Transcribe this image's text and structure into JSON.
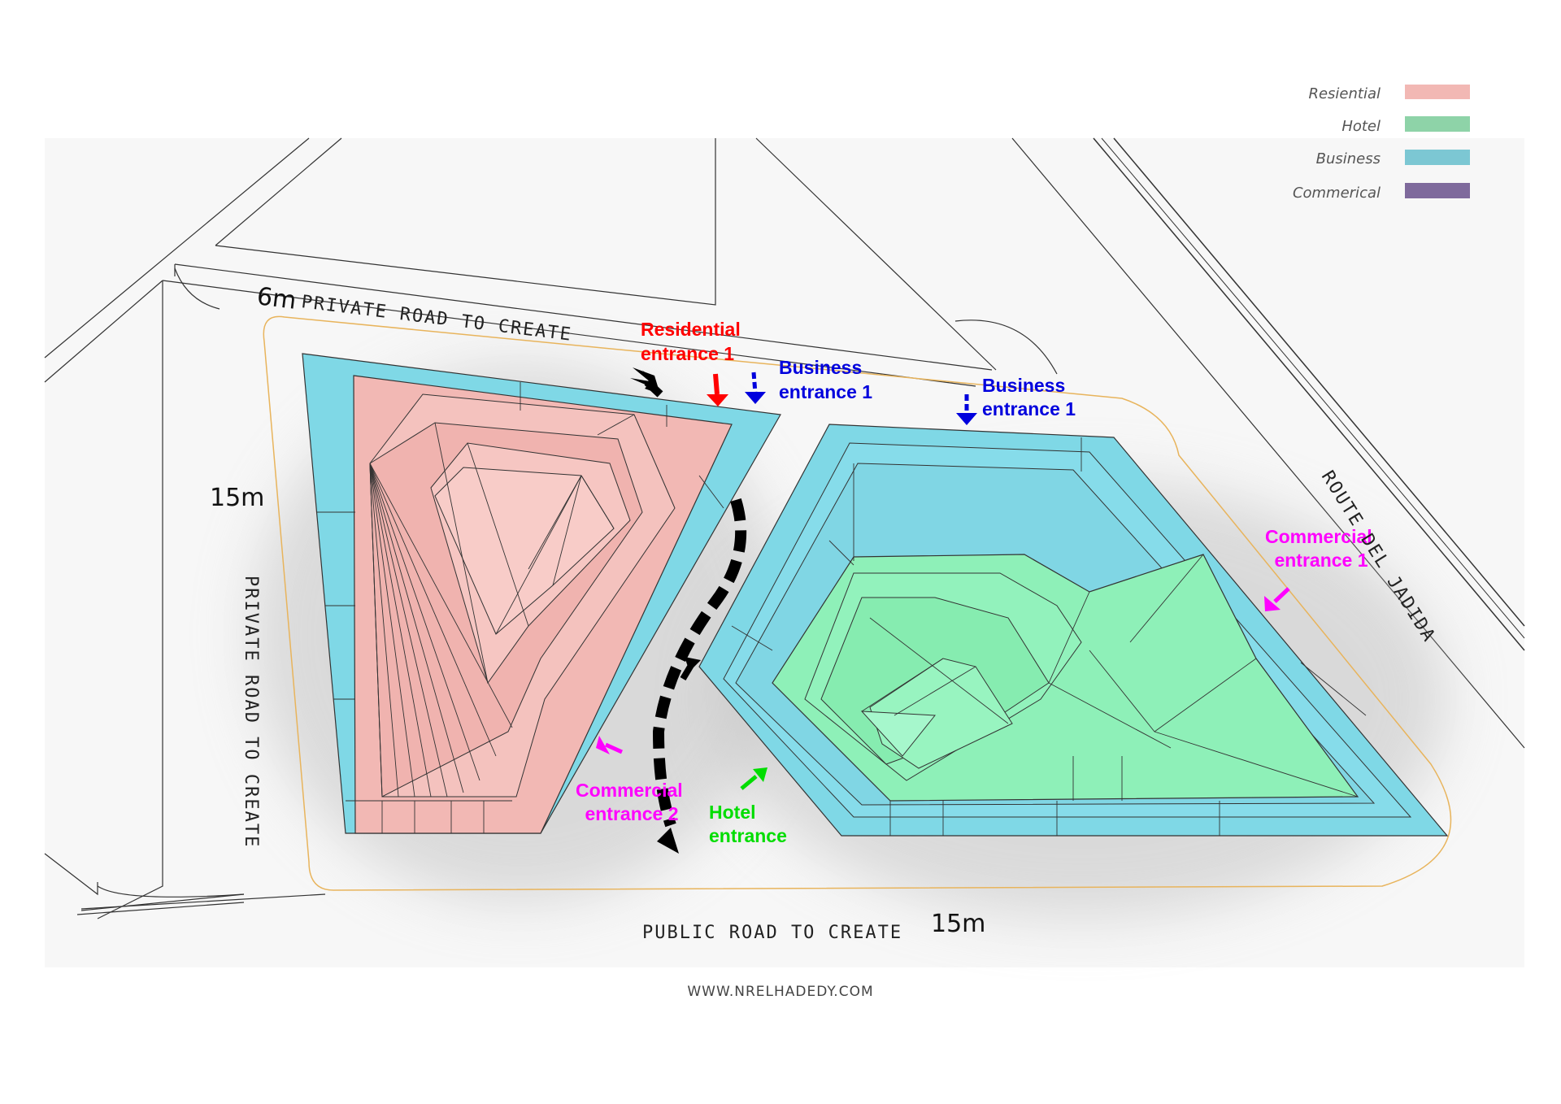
{
  "legend": {
    "items": [
      {
        "label": "Resiential",
        "color": "#f2b8b4"
      },
      {
        "label": "Hotel",
        "color": "#8ed3a8"
      },
      {
        "label": "Business",
        "color": "#7cc7d3"
      },
      {
        "label": "Commerical",
        "color": "#7f6a9c"
      }
    ]
  },
  "roads": {
    "north": "PRIVATE ROAD TO CREATE",
    "north_width": "6m",
    "west": "PRIVATE ROAD TO CREATE",
    "west_width": "15m",
    "south": "PUBLIC ROAD TO CREATE",
    "south_width": "15m",
    "east": "ROUTE DEL JADIDA"
  },
  "entrances": {
    "residential_1": {
      "line1": "Residential",
      "line2": "entrance 1",
      "color": "#ff0000"
    },
    "business_1a": {
      "line1": "Business",
      "line2": "entrance 1",
      "color": "#0000dd"
    },
    "business_1b": {
      "line1": "Business",
      "line2": "entrance 1",
      "color": "#0000dd"
    },
    "commercial_1": {
      "line1": "Commercial",
      "line2": "entrance 1",
      "color": "#ff00ff"
    },
    "commercial_2": {
      "line1": "Commercial",
      "line2": "entrance 2",
      "color": "#ff00ff"
    },
    "hotel": {
      "line1": "Hotel",
      "line2": "entrance",
      "color": "#00dd00"
    }
  },
  "colors": {
    "residential": "#f2b8b4",
    "hotel": "#8ef0b8",
    "business": "#7fd8e6",
    "site_outline": "#e8b45c"
  },
  "credit": "WWW.NRELHADEDY.COM"
}
